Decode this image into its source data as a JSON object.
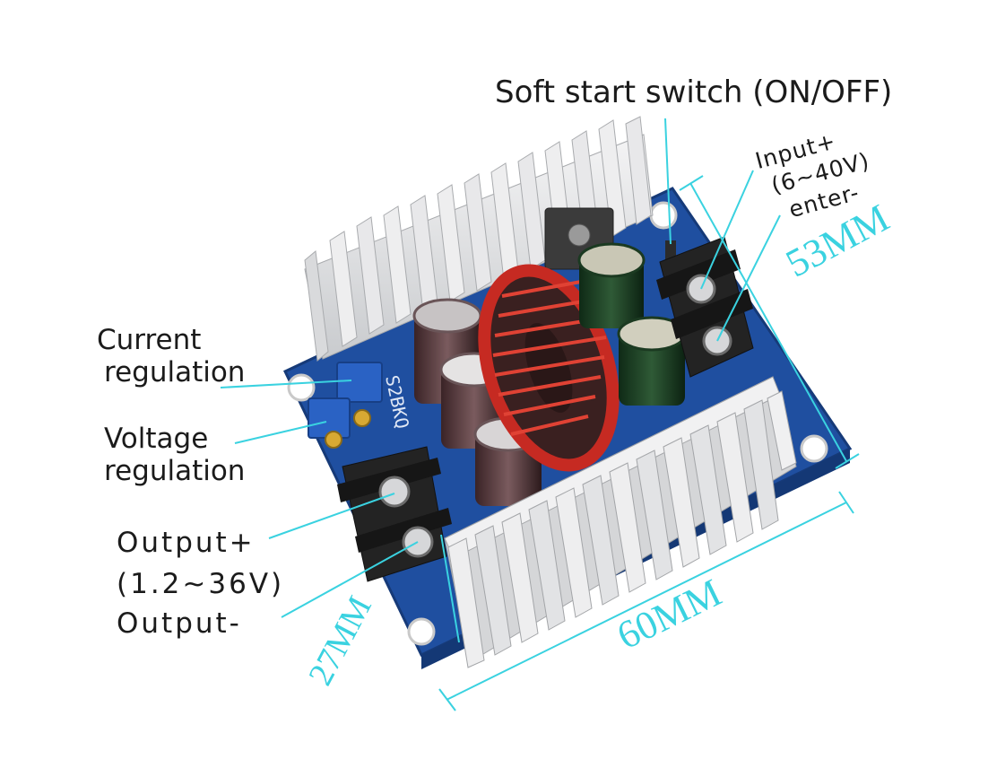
{
  "labels": {
    "soft_start": "Soft start switch (ON/OFF)",
    "input_plus": "Input+",
    "input_range": "(6~40V)",
    "input_enter": "enter-",
    "current_1": "Current",
    "current_2": "regulation",
    "voltage_1": "Voltage",
    "voltage_2": "regulation",
    "output_plus": "Output+",
    "output_range": "(1.2~36V)",
    "output_minus": "Output-"
  },
  "dimensions": {
    "height": "53MM",
    "width": "60MM",
    "depth": "27MM"
  },
  "board_print": {
    "model": "S2BKQ"
  },
  "colors": {
    "annotation": "#3ad2e0",
    "pcb": "#1f4fa0",
    "heatsink": "#e3e4e6",
    "coil": "#c62a22",
    "label_text": "#1b1b1b"
  }
}
